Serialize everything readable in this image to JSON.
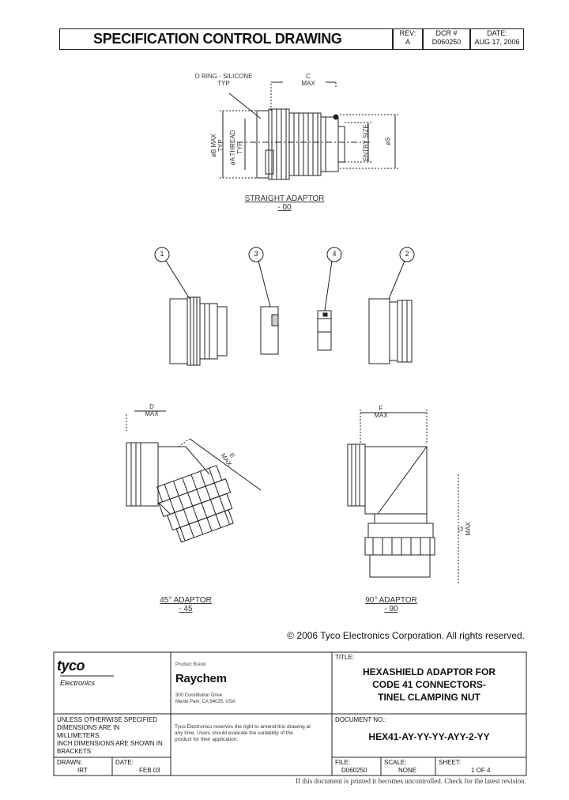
{
  "header": {
    "title": "SPECIFICATION CONTROL DRAWING",
    "rev_label": "REV:",
    "rev_value": "A",
    "dcr_label": "DCR #",
    "dcr_value": "D060250",
    "date_label": "DATE:",
    "date_value": "AUG 17, 2006"
  },
  "straight": {
    "oring_label_1": "O RING - SILICONE",
    "oring_label_2": "TYP",
    "c_label_1": "C",
    "c_label_2": "MAX",
    "b_label_1": "øB MAX",
    "b_label_2": "TYP",
    "a_label_1": "øA THREAD",
    "a_label_2": "TYP",
    "entry_label": "ENTRY SIZE",
    "s_label": "øS",
    "caption_1": "STRAIGHT ADAPTOR",
    "caption_2": "- 00"
  },
  "parts": {
    "balloons": [
      "1",
      "3",
      "4",
      "2"
    ]
  },
  "angle45": {
    "d_label_1": "D",
    "d_label_2": "MAX",
    "e_label_1": "E",
    "e_label_2": "MAX",
    "caption_1": "45° ADAPTOR",
    "caption_2": "- 45"
  },
  "angle90": {
    "f_label_1": "F",
    "f_label_2": "MAX",
    "g_label_1": "G",
    "g_label_2": "MAX",
    "caption_1": "90° ADAPTOR",
    "caption_2": "- 90"
  },
  "copyright": "© 2006 Tyco Electronics Corporation.  All rights reserved.",
  "titleblock": {
    "tyco_logo": "tyco",
    "electronics": "Electronics",
    "product_brand": "Product Brand",
    "raychem": "Raychem",
    "address_1": "300 Constitution Drive",
    "address_2": "Menlo Park, CA  94025, USA",
    "title_label": "TITLE:",
    "title_1": "HEXASHIELD ADAPTOR FOR",
    "title_2": "CODE 41 CONNECTORS-",
    "title_3": "TINEL CLAMPING NUT",
    "notes_1": "UNLESS OTHERWISE SPECIFIED",
    "notes_2": "DIMENSIONS ARE IN",
    "notes_3": "MILLIMETERS.",
    "notes_4": "INCH DIMENSIONS ARE SHOWN IN",
    "notes_5": "BRACKETS",
    "disclaimer_1": "Tyco Electronics reserves the right to amend this drawing at",
    "disclaimer_2": "any time. Users should evaluate the suitability of the",
    "disclaimer_3": "product for their application.",
    "docno_label": "DOCUMENT NO.:",
    "docno_value": "HEX41-AY-YY-YY-AYY-2-YY",
    "drawn_label": "DRAWN:",
    "drawn_value": "IRT",
    "date_label": "DATE:",
    "date_value": "FEB 03",
    "file_label": "FILE:",
    "file_value": "D060250",
    "scale_label": "SCALE:",
    "scale_value": "NONE",
    "sheet_label": "SHEET:",
    "sheet_value": "1 OF 4"
  },
  "footer_note": "If this document is printed it becomes uncontrolled.  Check for the latest revision."
}
